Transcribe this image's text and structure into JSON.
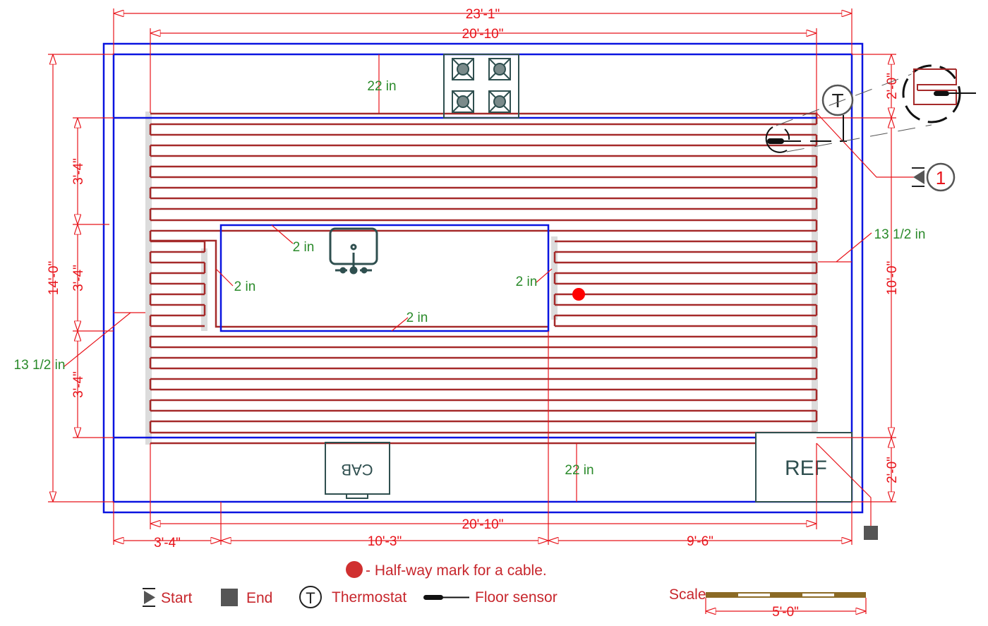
{
  "dimensions": {
    "overall_width": "23'-1\"",
    "inner_width_top": "20'-10\"",
    "inner_width_bottom": "20'-10\"",
    "bottom_left": "3'-4\"",
    "bottom_middle": "10'-3\"",
    "bottom_right": "9'-6\"",
    "overall_height": "14'-0\"",
    "left_seg_1": "3'-4\"",
    "left_seg_2": "3'-4\"",
    "left_seg_3": "3'-4\"",
    "right_top": "2'-0\"",
    "right_middle": "10'-0\"",
    "right_bottom": "2'-0\""
  },
  "clearances": {
    "top": "22 in",
    "bottom": "22 in",
    "right": "13 1/2 in",
    "left": "13 1/2 in",
    "island_top": "2 in",
    "island_left": "2 in",
    "island_right": "2 in",
    "island_bottom": "2 in"
  },
  "fixtures": {
    "cabinet": "CAB",
    "refrigerator": "REF"
  },
  "markers": {
    "start_number": "1",
    "thermostat_symbol": "T"
  },
  "legend": {
    "halfway": "- Half-way mark for a cable.",
    "start": "Start",
    "end": "End",
    "thermostat_symbol": "T",
    "thermostat": "Thermostat",
    "floor_sensor": "Floor sensor",
    "scale_label": "Scale",
    "scale_value": "5'-0\""
  },
  "colors": {
    "wall": "#0a14e0",
    "cable": "#a52a2a",
    "dimension": "#e8141b",
    "note": "#2a8a2a",
    "fixture": "#2f4f4f"
  }
}
